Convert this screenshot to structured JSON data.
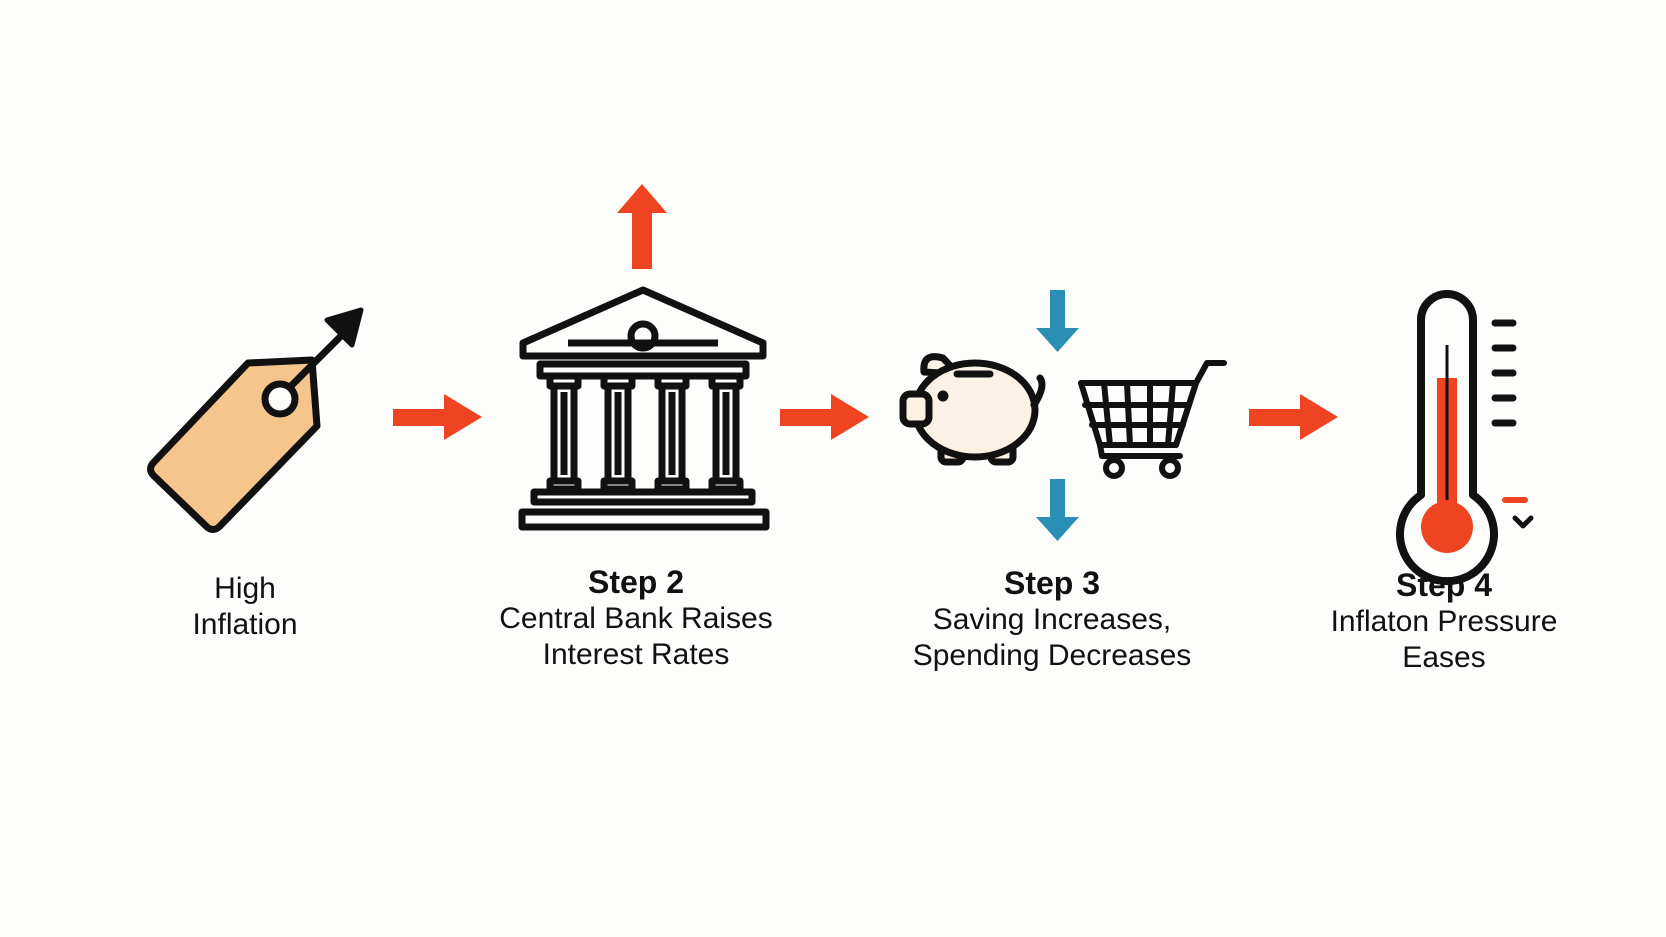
{
  "colors": {
    "flow_arrow": "#ee4422",
    "down_arrow": "#2a8fb5",
    "tag_fill": "#f6c58c",
    "piggy_fill": "#fbf1e4",
    "mercury": "#ee4422",
    "outline": "#111111"
  },
  "steps": [
    {
      "title": "",
      "lines": [
        "High",
        "Inflation"
      ],
      "icon": "price-tag-up-arrow-icon"
    },
    {
      "title": "Step 2",
      "lines": [
        "Central Bank Raises",
        "Interest Rates"
      ],
      "icon": "bank-building-icon"
    },
    {
      "title": "Step 3",
      "lines": [
        "Saving Increases,",
        "Spending Decreases"
      ],
      "icon": "piggy-bank-and-cart-icon"
    },
    {
      "title": "Step 4",
      "lines": [
        "Inflaton Pressure",
        "Eases"
      ],
      "icon": "thermometer-icon"
    }
  ]
}
